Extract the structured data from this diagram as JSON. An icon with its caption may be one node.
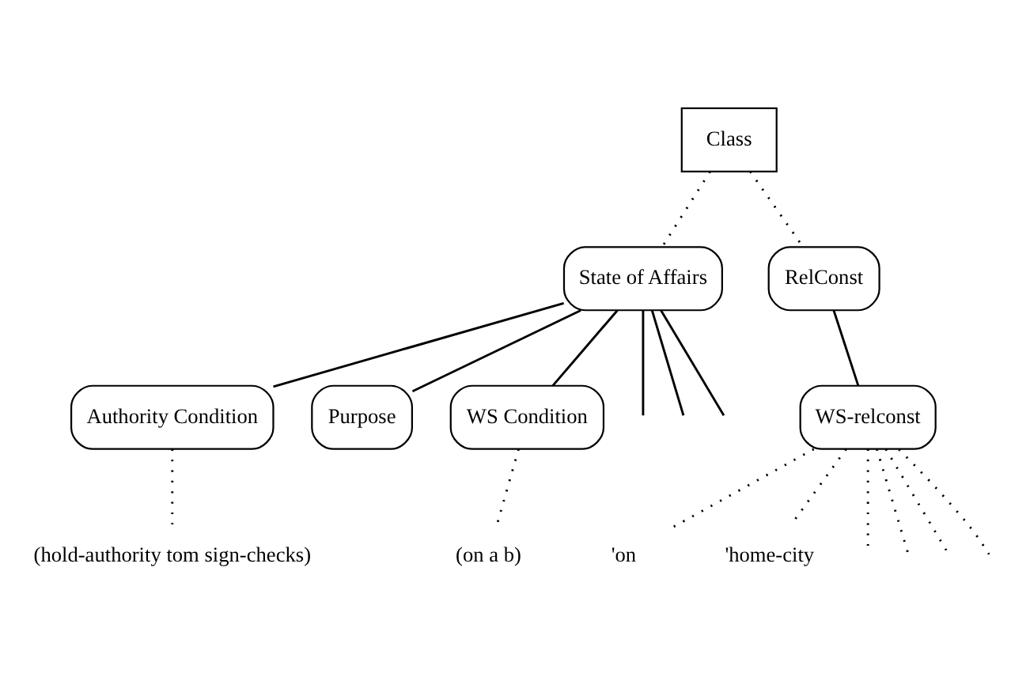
{
  "diagram": {
    "nodes": [
      {
        "text": [
          "Class"
        ]
      },
      {
        "text": [
          "State of Affairs"
        ]
      },
      {
        "text": [
          "RelConst"
        ]
      },
      {
        "text": [
          "Authority Condition"
        ]
      },
      {
        "text": [
          "Purpose"
        ]
      },
      {
        "text": [
          "WS Condition"
        ]
      },
      {
        "text": [
          "WS-relconst"
        ]
      },
      {
        "text": [
          "(hold-authority tom sign-checks)"
        ]
      },
      {
        "text": [
          "(on a b)"
        ]
      },
      {
        "text": [
          "'on"
        ]
      },
      {
        "text": [
          "'home-city"
        ]
      }
    ],
    "edges": [
      {
        "from": 0,
        "to": 1,
        "arrow": "none",
        "style": "dashed"
      },
      {
        "from": 0,
        "to": 2,
        "arrow": "none",
        "style": "dashed"
      },
      {
        "from": 1,
        "to": null,
        "arrow": "none"
      },
      {
        "from": 1,
        "to": null,
        "arrow": "none"
      },
      {
        "from": 1,
        "to": null,
        "arrow": "none"
      },
      {
        "from": 1,
        "to": 3,
        "arrow": "none"
      },
      {
        "from": 1,
        "to": 4,
        "arrow": "none"
      },
      {
        "from": 1,
        "to": 5,
        "arrow": "none"
      },
      {
        "from": 2,
        "to": 6,
        "arrow": "none"
      },
      {
        "from": 6,
        "to": null,
        "arrow": "none",
        "style": "dashed"
      },
      {
        "from": 6,
        "to": null,
        "arrow": "none",
        "style": "dashed"
      },
      {
        "from": 6,
        "to": null,
        "arrow": "none",
        "style": "dashed"
      },
      {
        "from": 6,
        "to": null,
        "arrow": "none",
        "style": "dashed"
      },
      {
        "from": 3,
        "to": 7,
        "arrow": "none",
        "style": "dashed"
      },
      {
        "from": 5,
        "to": 8,
        "arrow": "none",
        "style": "dashed"
      },
      {
        "from": 6,
        "to": 9,
        "arrow": "none",
        "style": "dashed"
      },
      {
        "from": 6,
        "to": 10,
        "arrow": "none",
        "style": "dashed"
      }
    ]
  }
}
